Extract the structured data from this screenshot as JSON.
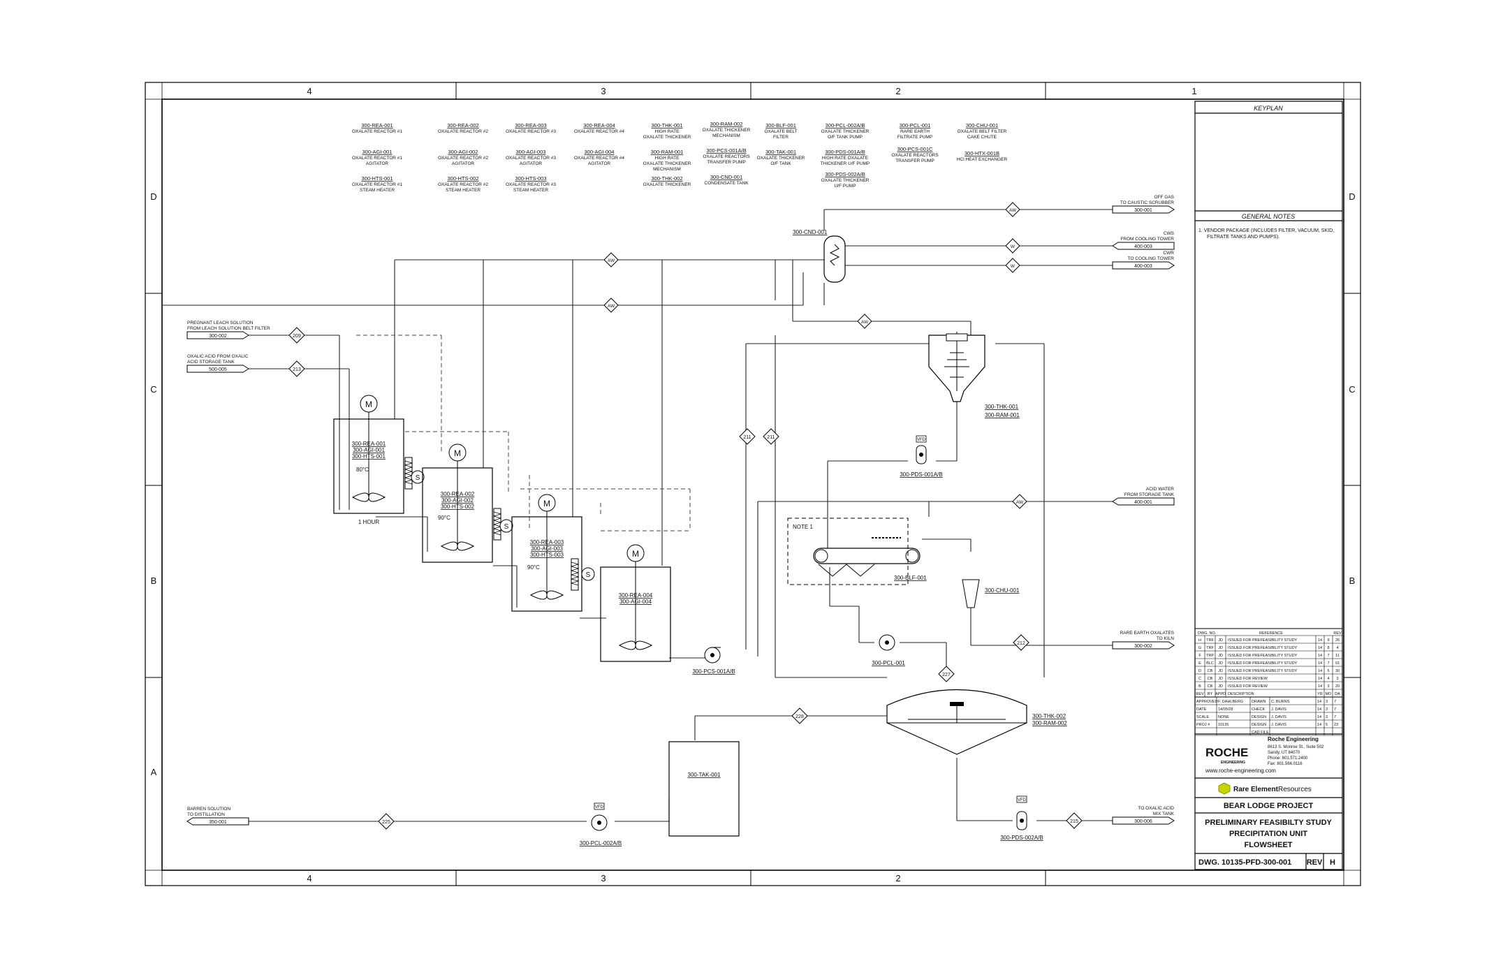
{
  "zone_columns": [
    "4",
    "3",
    "2",
    "1"
  ],
  "zone_rows": [
    "D",
    "C",
    "B",
    "A"
  ],
  "equipment_list": [
    [
      "300-REA-001",
      "OXALATE REACTOR #1"
    ],
    [
      "300-AGI-001",
      "OXALATE REACTOR #1",
      "AGITATOR"
    ],
    [
      "300-HTS-001",
      "OXALATE REACTOR #1",
      "STEAM HEATER"
    ],
    [
      "300-REA-002",
      "OXALATE REACTOR #2"
    ],
    [
      "300-AGI-002",
      "OXALATE REACTOR #2",
      "AGITATOR"
    ],
    [
      "300-HTS-002",
      "OXALATE REACTOR #2",
      "STEAM HEATER"
    ],
    [
      "300-REA-003",
      "OXALATE REACTOR #3"
    ],
    [
      "300-AGI-003",
      "OXALATE REACTOR #3",
      "AGITATOR"
    ],
    [
      "300-HTS-003",
      "OXALATE REACTOR #3",
      "STEAM HEATER"
    ],
    [
      "300-REA-004",
      "OXALATE REACTOR #4"
    ],
    [
      "300-AGI-004",
      "OXALATE REACTOR #4",
      "AGITATOR"
    ],
    [
      "300-THK-001",
      "HIGH RATE",
      "OXALATE THICKENER"
    ],
    [
      "300-RAM-001",
      "HIGH RATE",
      "OXALATE THICKENER",
      "MECHANISM"
    ],
    [
      "300-THK-002",
      "OXALATE THICKENER"
    ],
    [
      "300-RAM-002",
      "OXALATE THICKENER",
      "MECHANISM"
    ],
    [
      "300-PCS-001A/B",
      "OXALATE REACTORS",
      "TRANSFER PUMP"
    ],
    [
      "300-CND-001",
      "CONDENSATE TANK"
    ],
    [
      "300-BLF-001",
      "OXALATE BELT",
      "FILTER"
    ],
    [
      "300-TAK-001",
      "OXALATE THICKENER",
      "O/F TANK"
    ],
    [
      "300-PCL-002A/B",
      "OXALATE THICKENER",
      "O/F TANK PUMP"
    ],
    [
      "300-PDS-001A/B",
      "HIGH RATE OXALATE",
      "THICKENER U/F PUMP"
    ],
    [
      "300-PDS-002A/B",
      "OXALATE THICKENER",
      "U/F PUMP"
    ],
    [
      "300-PCL-001",
      "RARE EARTH",
      "FILTRATE PUMP"
    ],
    [
      "300-PCS-001C",
      "OXALATE REACTORS",
      "TRANSFER PUMP"
    ],
    [
      "300-CHU-001",
      "OXALATE BELT FILTER",
      "CAKE CHUTE"
    ],
    [
      "300-HTX-001B",
      "HCl HEAT EXCHANGER"
    ]
  ],
  "streams": {
    "offgas": {
      "label1": "OFF GAS",
      "label2": "TO CAUSTIC SCRUBBER",
      "tag": "300-001"
    },
    "cws": {
      "label1": "CWS",
      "label2": "FROM COOLING TOWER",
      "tag": "400-003"
    },
    "cwr": {
      "label1": "CWR",
      "label2": "TO COOLING TOWER",
      "tag": "400-003"
    },
    "pls": {
      "label1": "PREGNANT LEACH SOLUTION",
      "label2": "FROM LEACH SOLUTION BELT FILTER",
      "tag": "300-002",
      "num": "209"
    },
    "oxalic": {
      "label1": "OXALIC ACID FROM OXALIC",
      "label2": "ACID STORAGE TANK",
      "tag": "500-005",
      "num": "213"
    },
    "acid_water": {
      "label1": "ACID WATER",
      "label2": "FROM STORAGE TANK",
      "tag": "400-001"
    },
    "re_oxalates": {
      "label1": "RARE EARTH OXALATES",
      "label2": "TO KILN",
      "tag": "300-002",
      "num": "212"
    },
    "barren": {
      "label1": "BARREN SOLUTION",
      "label2": "TO DISTILLATION",
      "tag": "350-001",
      "num": "225"
    },
    "to_oxalic": {
      "label1": "TO OXALIC ACID",
      "label2": "MIX TANK",
      "tag": "300-006",
      "num": "215"
    },
    "s211": "211",
    "s227": "227",
    "s228": "228"
  },
  "diagram": {
    "reactor1": [
      "300-REA-001",
      "300-AGI-001",
      "300-HTS-001"
    ],
    "reactor1_temp": "80°C",
    "reactor1_time": "1 HOUR",
    "reactor2": [
      "300-REA-002",
      "300-AGI-002",
      "300-HTS-002"
    ],
    "reactor2_temp": "90°C",
    "reactor3": [
      "300-REA-003",
      "300-AGI-003",
      "300-HTS-003"
    ],
    "reactor3_temp": "90°C",
    "reactor4": [
      "300-REA-004",
      "300-AGI-004"
    ],
    "motor_symbol": "M",
    "heater_symbol": "S",
    "vfd": "VFD",
    "valve_aw": "AW",
    "valve_w": "W",
    "cnd": "300-CND-001",
    "thk1": [
      "300-THK-001",
      "300-RAM-001"
    ],
    "pds1": "300-PDS-001A/B",
    "pcs": "300-PCS-001A/B",
    "note_box": "NOTE 1",
    "blf": "300-BLF-001",
    "chu": "300-CHU-001",
    "pcl1": "300-PCL-001",
    "thk2": [
      "300-THK-002",
      "300-RAM-002"
    ],
    "tak": "300-TAK-001",
    "pcl2": "300-PCL-002A/B",
    "pds2": "300-PDS-002A/B"
  },
  "title_block": {
    "keyplan": "KEYPLAN",
    "general_notes": "GENERAL NOTES",
    "note1": [
      "1.   VENDOR PACKAGE (INCLUDES FILTER, VACUUM, SKID,",
      "FILTRATE TANKS AND PUMPS)."
    ],
    "rev_headers": [
      "DWG. NO.",
      "REFERENCE",
      "REV"
    ],
    "revisions": [
      [
        "H",
        "TRF",
        "JD",
        "ISSUED FOR PREFEASIBILITY STUDY",
        "14",
        "9",
        "26"
      ],
      [
        "G",
        "TRF",
        "JD",
        "ISSUED FOR PREFEASIBILITY STUDY",
        "14",
        "8",
        "4"
      ],
      [
        "F",
        "TRP",
        "JD",
        "ISSUED FOR PREFEASIBILITY STUDY",
        "14",
        "7",
        "11"
      ],
      [
        "E",
        "BLC",
        "JD",
        "ISSUED FOR PREFEASIBILITY STUDY",
        "14",
        "7",
        "01"
      ],
      [
        "D",
        "CB",
        "JD",
        "ISSUED FOR PREFEASIBILITY STUDY",
        "14",
        "5",
        "30"
      ],
      [
        "C",
        "CB",
        "JD",
        "ISSUED FOR REVIEW",
        "14",
        "4",
        "3"
      ],
      [
        "B",
        "CB",
        "JD",
        "ISSUED FOR REVIEW",
        "14",
        "3",
        "20"
      ]
    ],
    "rev_footer": [
      "REV",
      "BY",
      "APPD",
      "DESCRIPTION",
      "YR",
      "MO",
      "DA"
    ],
    "approvals": [
      [
        "APPROVED",
        "F. DAHLBERG",
        "DRAWN",
        "C. BURNS",
        "14",
        "3",
        "7"
      ],
      [
        "DATE",
        "14/05/28",
        "CHECK",
        "J. DAVIS",
        "14",
        "3",
        "7"
      ],
      [
        "SCALE",
        "NONE",
        "DESIGN",
        "J. DAVIS",
        "14",
        "3",
        "7"
      ],
      [
        "PROJ #",
        "10135",
        "DESIGN",
        "J. DAVIS",
        "14",
        "5",
        "23"
      ],
      [
        "",
        "",
        "CAD FILE",
        "",
        "",
        "",
        ""
      ]
    ],
    "company": "ROCHE",
    "company_sub": "ENGINEERING",
    "company_name": "Roche Engineering",
    "address": [
      "8613 S. Monroe St., Suite 502",
      "Sandy, UT 84070",
      "Phone: 801.571.2400",
      "Fax: 801.566.0116"
    ],
    "website": "www.roche-engineering.com",
    "client": "Rare Element",
    "client_sub": "Resources",
    "project": "BEAR LODGE PROJECT",
    "title": [
      "PRELIMINARY FEASIBILTY STUDY",
      "PRECIPITATION UNIT",
      "FLOWSHEET"
    ],
    "dwg": "DWG. 10135-PFD-300-001",
    "rev_label": "REV",
    "rev": "H",
    "accent_green": "#c8d400"
  }
}
